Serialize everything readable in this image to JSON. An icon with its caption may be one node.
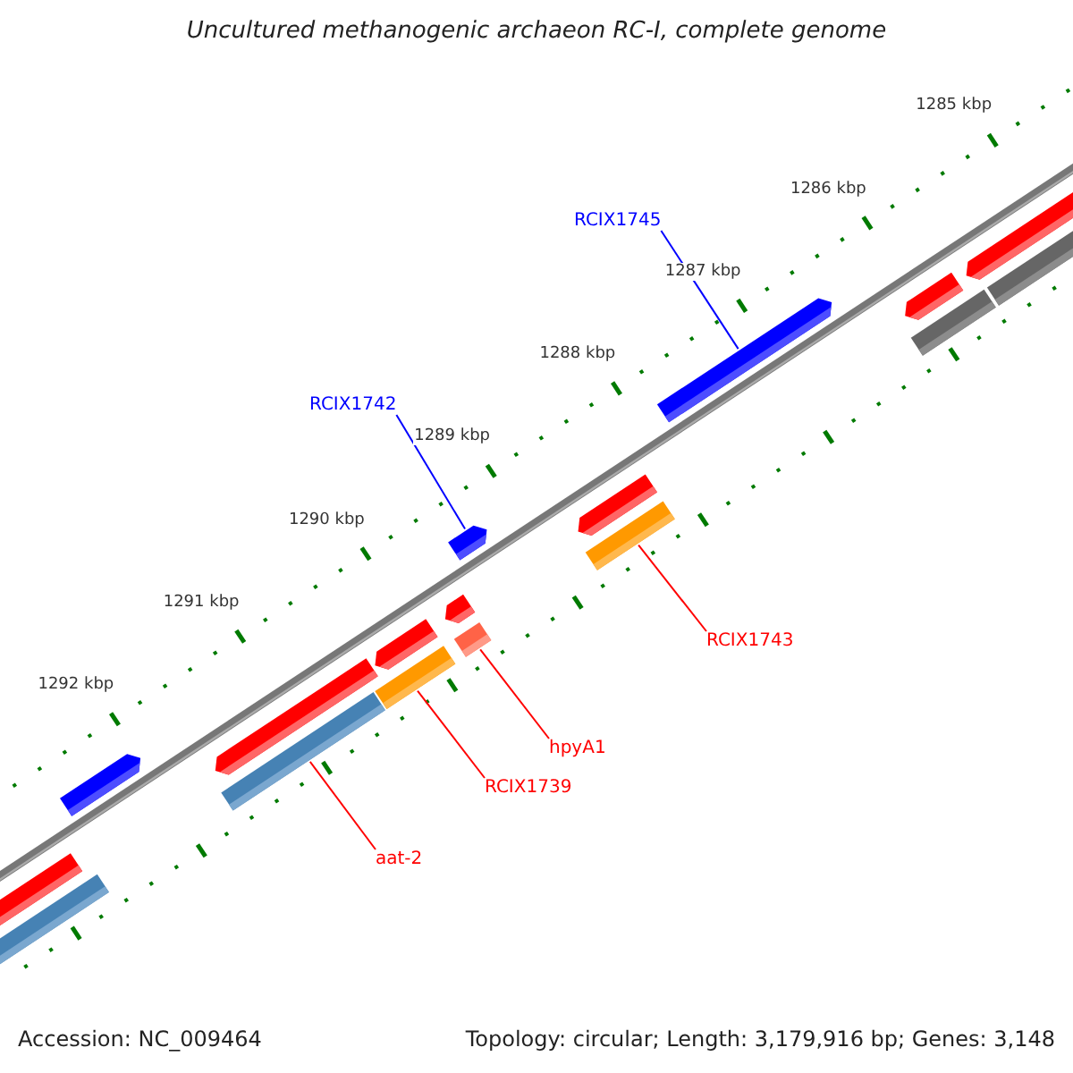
{
  "diagram": {
    "title": "Uncultured methanogenic archaeon RC-I, complete genome",
    "nodes": [
      {
        "text": [
          "RCIX1745"
        ]
      },
      {
        "text": [],
        "shape": "bar"
      },
      {
        "text": [
          "RCIX1742"
        ]
      },
      {
        "text": [],
        "shape": "bar"
      },
      {
        "text": [
          "RCIX1743"
        ]
      },
      {
        "text": [],
        "shape": "bar"
      },
      {
        "text": [
          "hpyA1"
        ]
      },
      {
        "text": [],
        "shape": "bar"
      },
      {
        "text": [
          "RCIX1739"
        ]
      },
      {
        "text": [],
        "shape": "bar"
      },
      {
        "text": [
          "aat-2"
        ]
      },
      {
        "text": [],
        "shape": "bar"
      }
    ],
    "edges": [
      {
        "from": 0,
        "to": 1,
        "arrow": "none",
        "color": "#0000ff"
      },
      {
        "from": 2,
        "to": 3,
        "arrow": "none",
        "color": "#0000ff"
      },
      {
        "from": 4,
        "to": 5,
        "arrow": "none"
      },
      {
        "from": 6,
        "to": 7,
        "arrow": "none"
      },
      {
        "from": 8,
        "to": 9,
        "arrow": "none"
      },
      {
        "from": 10,
        "to": 11,
        "arrow": "none"
      }
    ],
    "labels": [
      "1285 kbp",
      "1286 kbp",
      "1287 kbp",
      "1288 kbp",
      "1289 kbp",
      "1290 kbp",
      "1291 kbp",
      "1292 kbp",
      "Accession: NC_009464",
      "Topology: circular; Length: 3,179,916 bp; Genes: 3,148"
    ]
  }
}
